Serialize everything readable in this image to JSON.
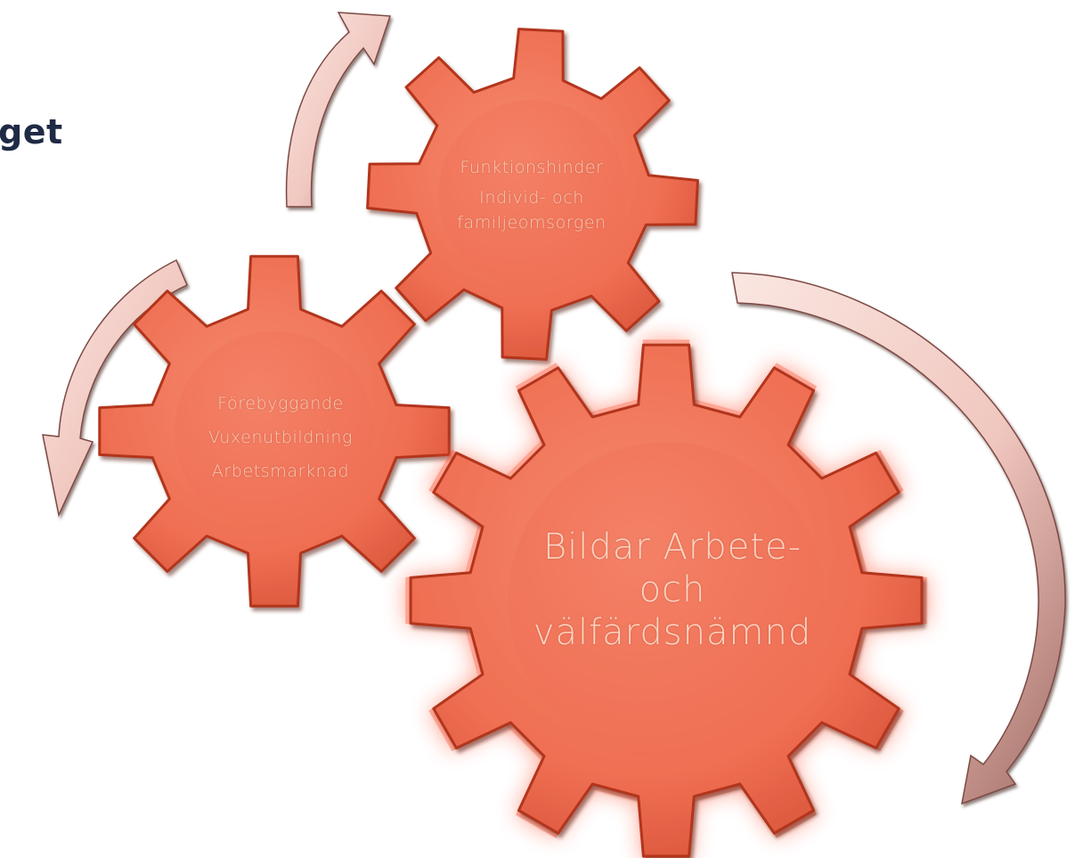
{
  "title_fragment": "get",
  "gears": {
    "top": {
      "lines": [
        "Funktionshinder",
        "Individ- och",
        "familjeomsorgen"
      ]
    },
    "left": {
      "lines": [
        "Förebyggande",
        "Vuxenutbildning",
        "Arbetsmarknad"
      ]
    },
    "big": {
      "lines": [
        "Bildar Arbete-",
        "och",
        "välfärdsnämnd"
      ]
    }
  },
  "colors": {
    "gear_fill": "#f07155",
    "gear_dark": "#b2341d",
    "gear_glow": "#ff5a3a",
    "label_text": "#f7c9b4",
    "arrow_light": "#f6dcd6",
    "arrow_dark": "#8a5a55",
    "title_text": "#1f2a44"
  },
  "icons": [
    "gear-icon",
    "curved-arrow-icon"
  ]
}
